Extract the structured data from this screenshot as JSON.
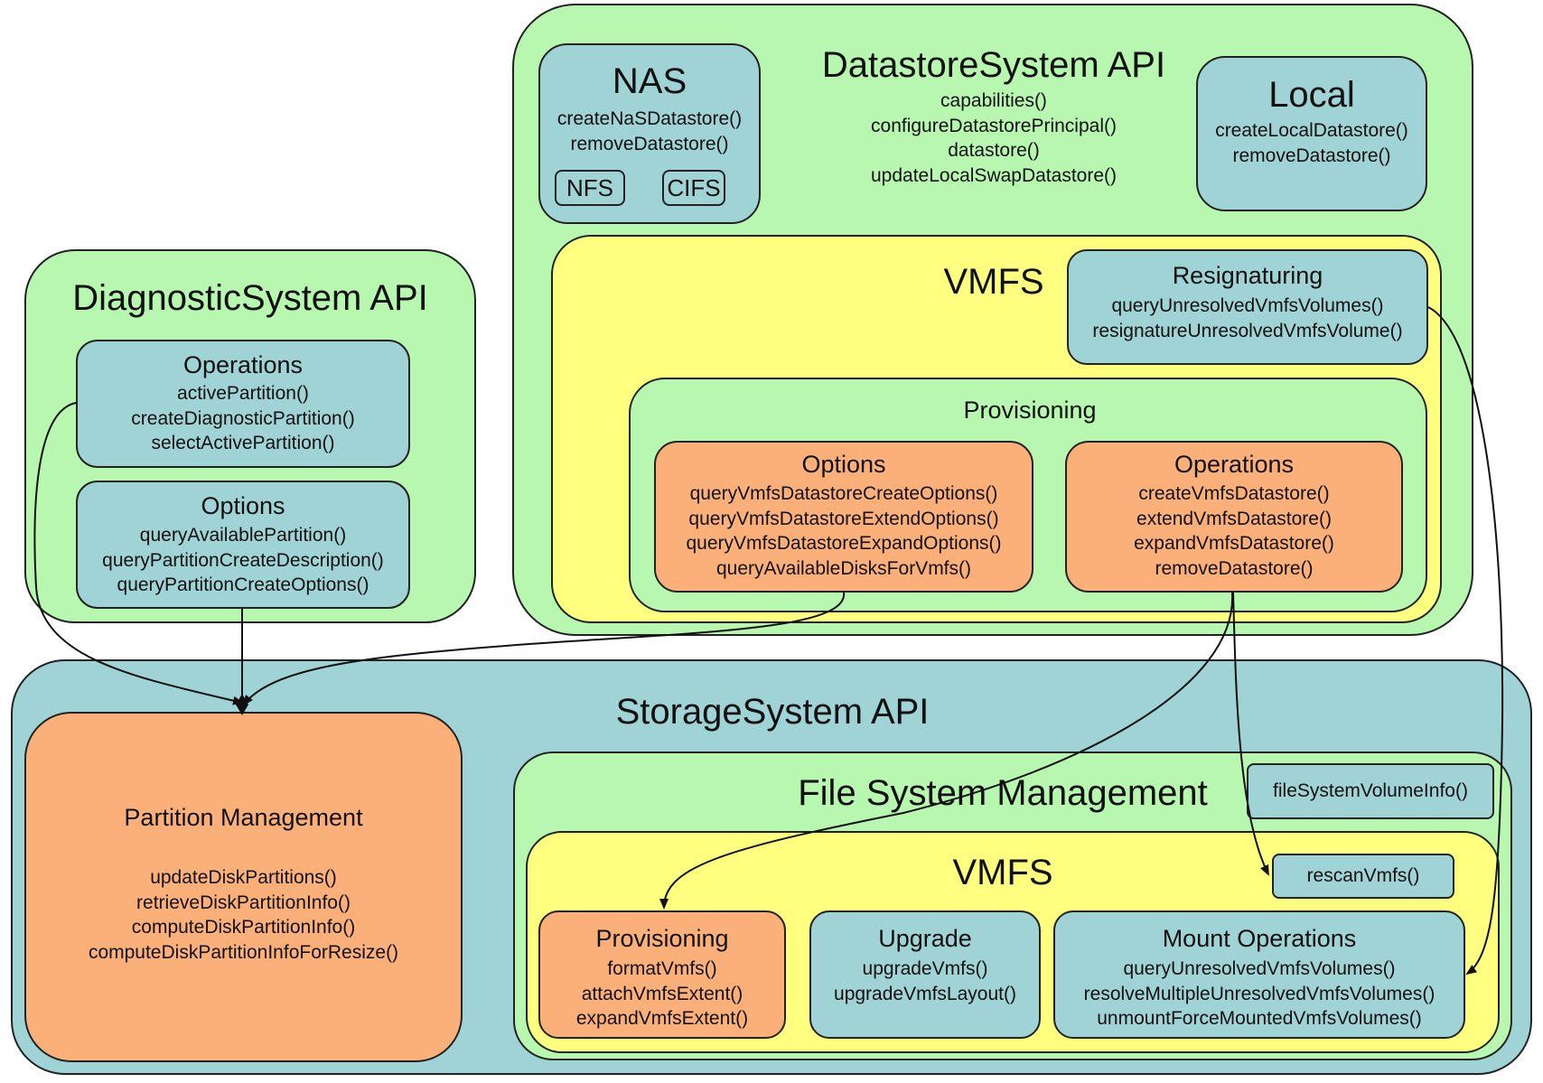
{
  "datastore": {
    "title": "DatastoreSystem API",
    "methods": [
      "capabilities()",
      "configureDatastorePrincipal()",
      "datastore()",
      "updateLocalSwapDatastore()"
    ],
    "nas": {
      "title": "NAS",
      "methods": [
        "createNaSDatastore()",
        "removeDatastore()"
      ],
      "nfs": "NFS",
      "cifs": "CIFS"
    },
    "local": {
      "title": "Local",
      "methods": [
        "createLocalDatastore()",
        "removeDatastore()"
      ]
    },
    "vmfs": {
      "title": "VMFS",
      "resignaturing": {
        "title": "Resignaturing",
        "methods": [
          "queryUnresolvedVmfsVolumes()",
          "resignatureUnresolvedVmfsVolume()"
        ]
      },
      "provisioning": {
        "title": "Provisioning",
        "options": {
          "title": "Options",
          "methods": [
            "queryVmfsDatastoreCreateOptions()",
            "queryVmfsDatastoreExtendOptions()",
            "queryVmfsDatastoreExpandOptions()",
            "queryAvailableDisksForVmfs()"
          ]
        },
        "operations": {
          "title": "Operations",
          "methods": [
            "createVmfsDatastore()",
            "extendVmfsDatastore()",
            "expandVmfsDatastore()",
            "removeDatastore()"
          ]
        }
      }
    }
  },
  "diagnostic": {
    "title": "DiagnosticSystem API",
    "operations": {
      "title": "Operations",
      "methods": [
        "activePartition()",
        "createDiagnosticPartition()",
        "selectActivePartition()"
      ]
    },
    "options": {
      "title": "Options",
      "methods": [
        "queryAvailablePartition()",
        "queryPartitionCreateDescription()",
        "queryPartitionCreateOptions()"
      ]
    }
  },
  "storage": {
    "title": "StorageSystem API",
    "partition": {
      "title": "Partition Management",
      "methods": [
        "updateDiskPartitions()",
        "retrieveDiskPartitionInfo()",
        "computeDiskPartitionInfo()",
        "computeDiskPartitionInfoForResize()"
      ]
    },
    "fsm": {
      "title": "File System Management",
      "fs_volume_info": "fileSystemVolumeInfo()",
      "vmfs": {
        "title": "VMFS",
        "rescan": "rescanVmfs()",
        "provisioning": {
          "title": "Provisioning",
          "methods": [
            "formatVmfs()",
            "attachVmfsExtent()",
            "expandVmfsExtent()"
          ]
        },
        "upgrade": {
          "title": "Upgrade",
          "methods": [
            "upgradeVmfs()",
            "upgradeVmfsLayout()"
          ]
        },
        "mount": {
          "title": "Mount Operations",
          "methods": [
            "queryUnresolvedVmfsVolumes()",
            "resolveMultipleUnresolvedVmfsVolumes()",
            "unmountForceMountedVmfsVolumes()"
          ]
        }
      }
    }
  },
  "colors": {
    "green": "#b8f7b0",
    "yellow": "#ffff80",
    "teal": "#a0d3d6",
    "orange": "#fbb07a"
  }
}
